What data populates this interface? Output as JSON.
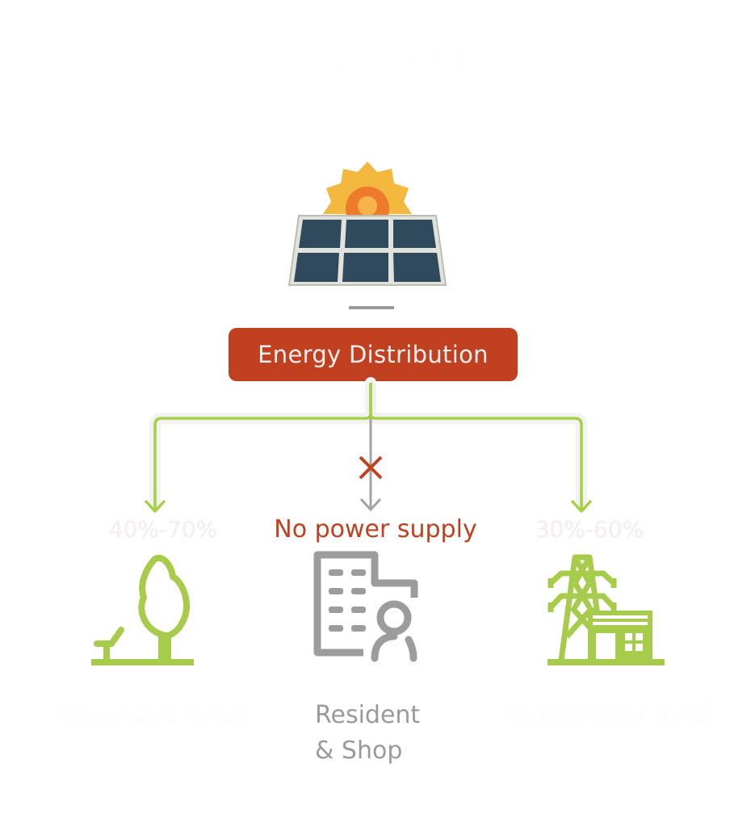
{
  "title": "Standard",
  "source": {
    "icon": "solar-panel-with-sun-icon",
    "label": "Energy Distribution"
  },
  "branches": [
    {
      "share": "40%-70%",
      "label": "Common Area",
      "icon": "park-tree-bench-icon",
      "status": "supplied"
    },
    {
      "share": "No power supply",
      "label_line1": "Resident",
      "label_line2": "& Shop",
      "icon": "building-person-icon",
      "status": "blocked"
    },
    {
      "share": "30%-60%",
      "label": "Electricity Grid",
      "icon": "pylon-substation-icon",
      "status": "supplied"
    }
  ],
  "colors": {
    "accent_red": "#c0401f",
    "flow_green": "#a6cf45",
    "icon_green": "#a7cb4b",
    "neutral_gray": "#9a9a9a"
  }
}
